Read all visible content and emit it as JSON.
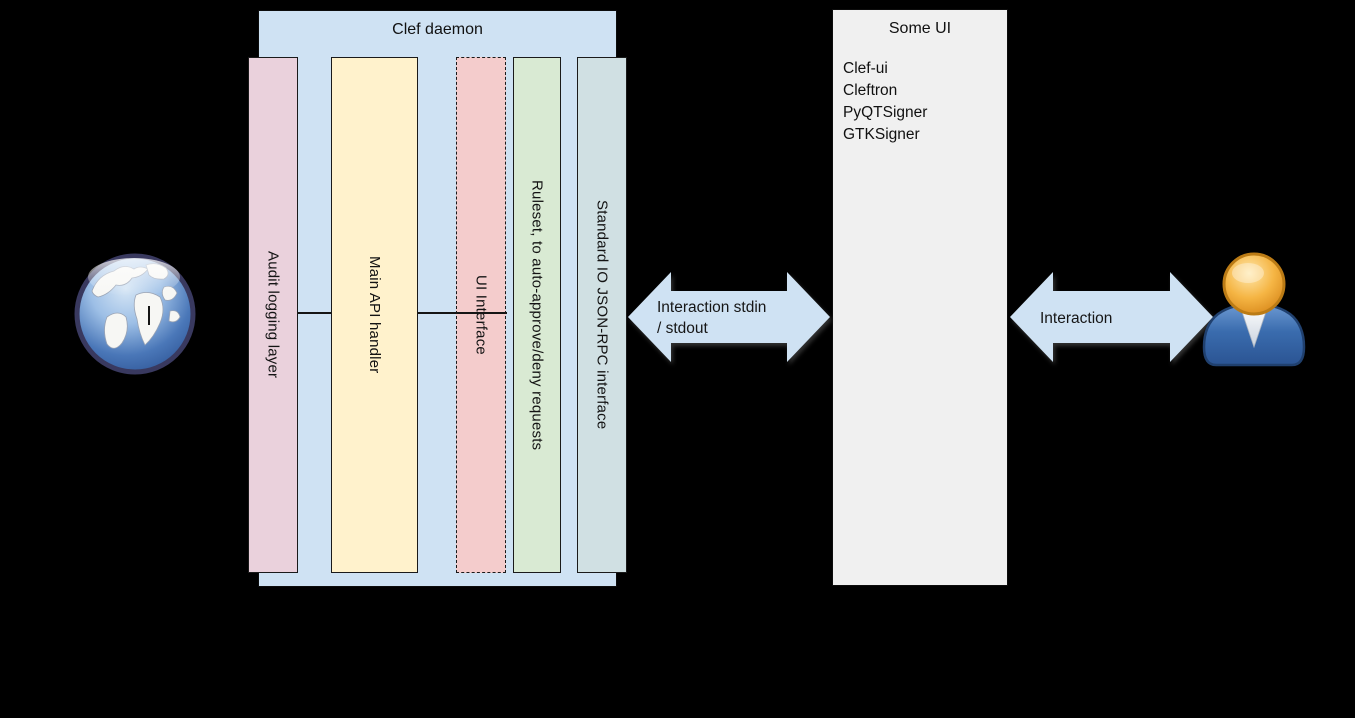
{
  "canvas": {
    "background": "#000000",
    "text_color": "#111111"
  },
  "clef_daemon": {
    "title": "Clef daemon",
    "fill": "#cfe2f3",
    "layers": [
      {
        "label": "Audit logging layer",
        "fill": "#ead1dc",
        "border_style": "solid"
      },
      {
        "label": "Main API handler",
        "fill": "#fff2cc",
        "border_style": "solid"
      },
      {
        "label": "UI Interface",
        "fill": "#f4cccc",
        "border_style": "dashed"
      },
      {
        "label": "Ruleset, to auto-approve/deny requests",
        "fill": "#d9ead3",
        "border_style": "solid"
      },
      {
        "label": "Standard IO JSON-RPC interface",
        "fill": "#d0e0e3",
        "border_style": "solid"
      }
    ]
  },
  "some_ui": {
    "title": "Some UI",
    "fill": "#f0f0f0",
    "items": [
      "Clef-ui",
      "Cleftron",
      "PyQTSigner",
      "GTKSigner"
    ]
  },
  "arrows": {
    "stdio": {
      "fill": "#cfe2f3",
      "label_line1": "Interaction stdin",
      "label_line2": "/ stdout"
    },
    "user": {
      "fill": "#cfe2f3",
      "label": "Interaction"
    }
  },
  "icons": {
    "left": "globe-icon",
    "right": "user-icon"
  }
}
